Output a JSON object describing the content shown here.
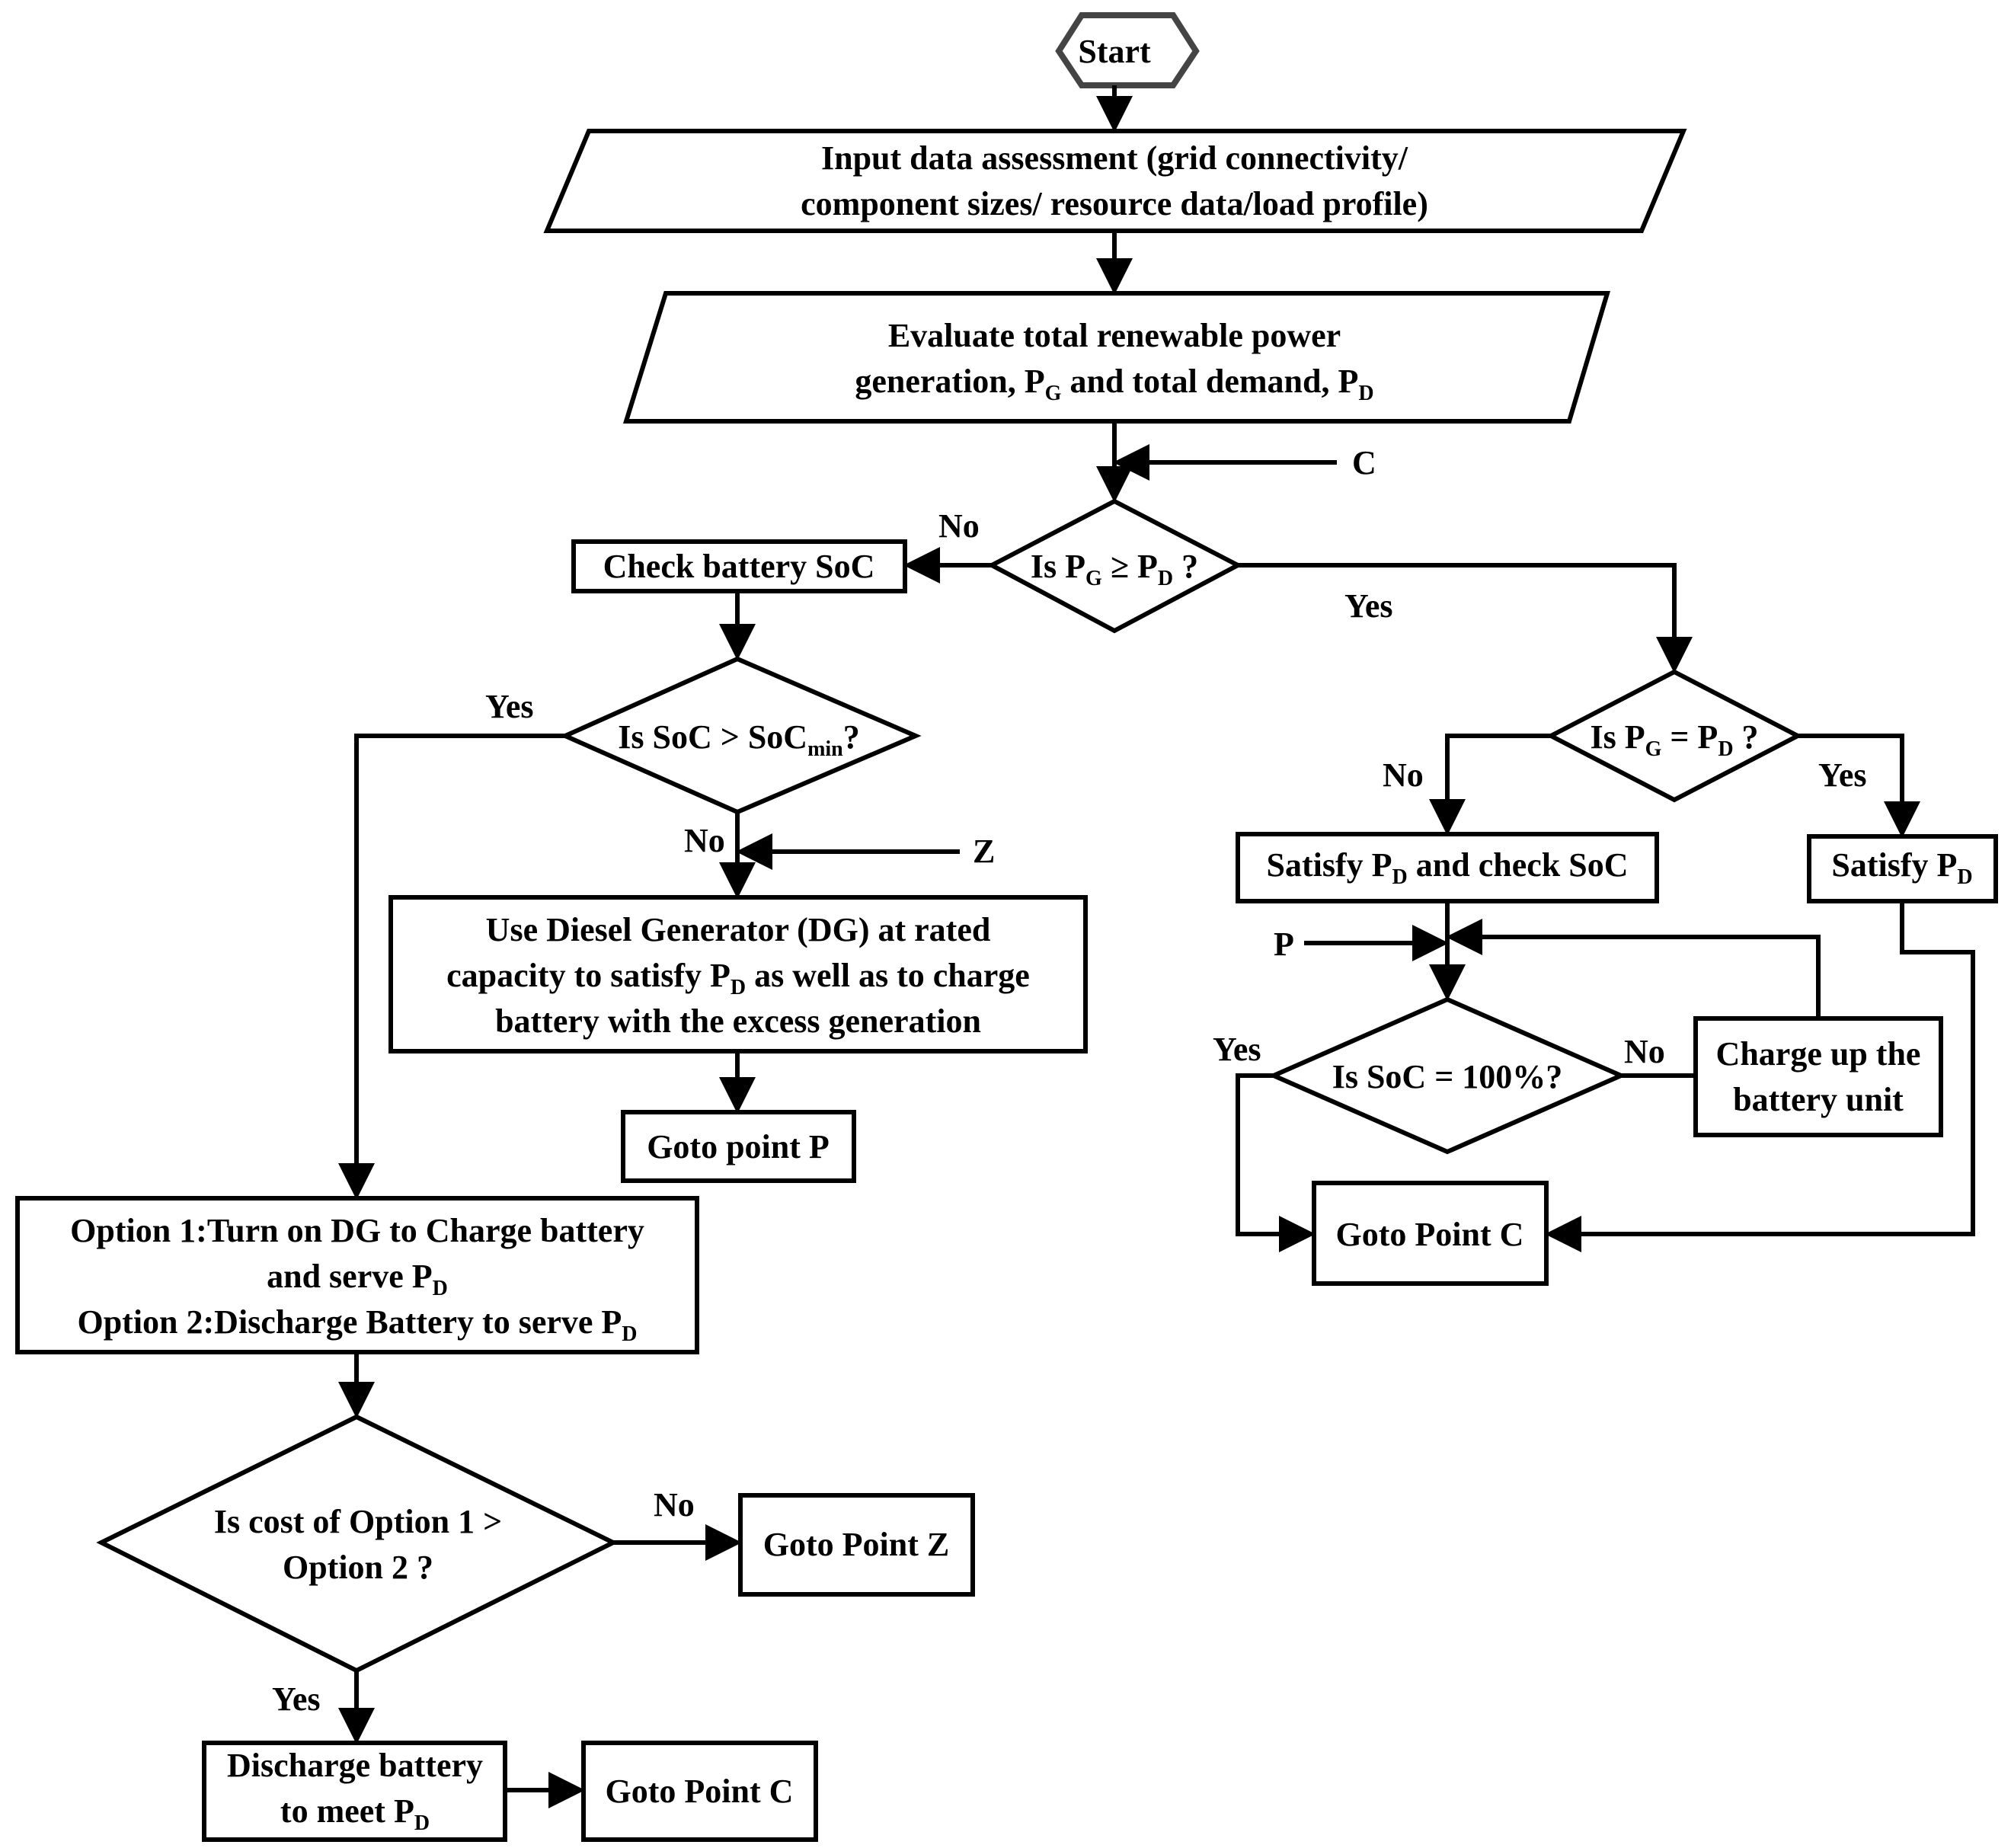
{
  "nodes": {
    "start": "Start",
    "input_line1": "Input data assessment (grid connectivity/",
    "input_line2": "component sizes/ resource data/load profile)",
    "eval_line1": "Evaluate total renewable power",
    "eval_line2_a": "generation, P",
    "eval_line2_sub1": "G",
    "eval_line2_b": " and total demand, P",
    "eval_line2_sub2": "D",
    "dec1_a": "Is P",
    "dec1_sub1": "G",
    "dec1_b": " ≥ P",
    "dec1_sub2": "D",
    "dec1_c": " ?",
    "check_soc": "Check battery SoC",
    "dec_soc_a": "Is SoC > SoC",
    "dec_soc_sub": "min",
    "dec_soc_b": "?",
    "dg_line1": "Use Diesel Generator (DG) at rated",
    "dg_line2_a": "capacity to satisfy P",
    "dg_line2_sub": "D",
    "dg_line2_b": " as well as to charge",
    "dg_line3": "battery with the excess generation",
    "goto_p": "Goto point P",
    "opt_line1": "Option 1:Turn on DG to Charge battery",
    "opt_line2_a": "and serve P",
    "opt_line2_sub": "D",
    "opt_line3_a": "Option 2:Discharge Battery to serve P",
    "opt_line3_sub": "D",
    "cost_line1": "Is cost of Option 1 >",
    "cost_line2": "Option 2 ?",
    "goto_z": "Goto Point Z",
    "discharge_line1": "Discharge battery",
    "discharge_line2_a": "to meet P",
    "discharge_line2_sub": "D",
    "goto_c_left": "Goto Point C",
    "dec2_a": "Is P",
    "dec2_sub1": "G",
    "dec2_b": " = P",
    "dec2_sub2": "D",
    "dec2_c": " ?",
    "satisfy_check_a": "Satisfy P",
    "satisfy_check_sub": "D",
    "satisfy_check_b": " and check SoC",
    "satisfy_a": "Satisfy P",
    "satisfy_sub": "D",
    "dec_full": "Is SoC = 100%?",
    "charge_line1": "Charge up the",
    "charge_line2": "battery unit",
    "goto_c_right": "Goto Point C"
  },
  "labels": {
    "c_connector": "C",
    "z_connector": "Z",
    "p_connector": "P",
    "dec1_no": "No",
    "dec1_yes": "Yes",
    "soc_yes": "Yes",
    "soc_no": "No",
    "cost_no": "No",
    "cost_yes": "Yes",
    "dec2_no": "No",
    "dec2_yes": "Yes",
    "full_yes": "Yes",
    "full_no": "No"
  }
}
